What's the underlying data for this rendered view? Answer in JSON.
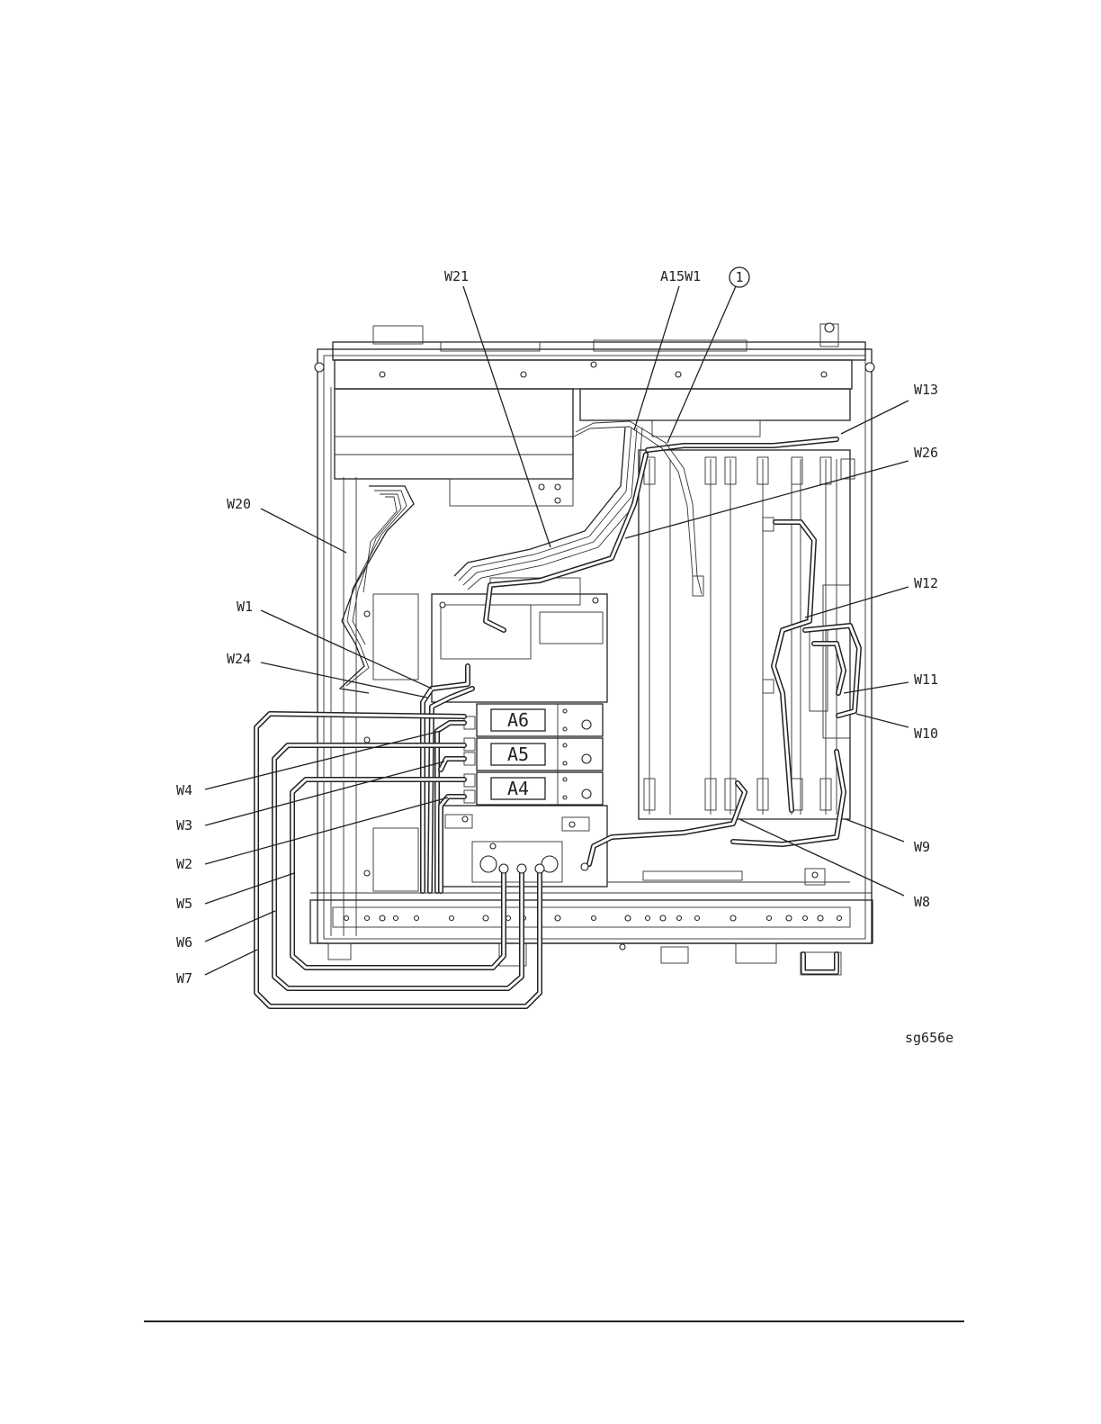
{
  "callouts": {
    "w21": "W21",
    "a15w1": "A15W1",
    "note1": "1",
    "w13": "W13",
    "w26": "W26",
    "w20": "W20",
    "w12": "W12",
    "w1": "W1",
    "w24": "W24",
    "w11": "W11",
    "w10": "W10",
    "w4": "W4",
    "w3": "W3",
    "w2": "W2",
    "w9": "W9",
    "w5": "W5",
    "w8": "W8",
    "w6": "W6",
    "w7": "W7"
  },
  "modules": {
    "a6": "A6",
    "a5": "A5",
    "a4": "A4"
  },
  "figure_id": "sg656e"
}
